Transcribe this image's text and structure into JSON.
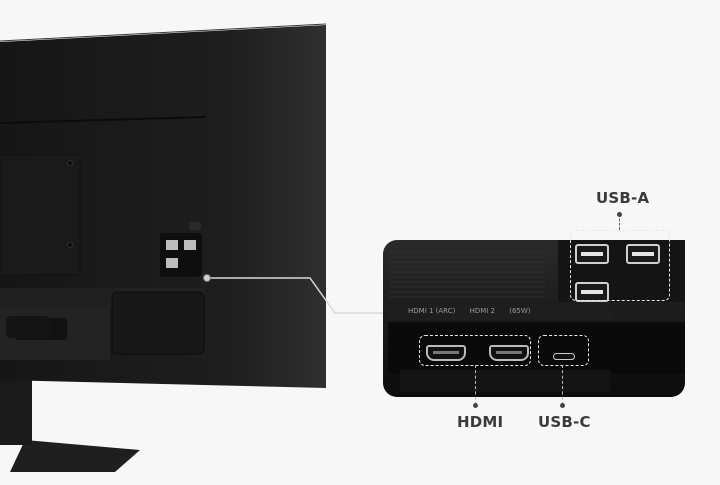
{
  "scene": {
    "description": "Rear view of a monitor with callout showing connection ports",
    "background_color": "#f7f7f7",
    "monitor_color": "#1c1c1c"
  },
  "callout": {
    "port_strip_text": {
      "hdmi1": "HDMI 1 (ARC)",
      "hdmi2": "HDMI 2",
      "usbc": "(65W)"
    },
    "labels": {
      "usb_a": "USB-A",
      "hdmi": "HDMI",
      "usb_c": "USB-C"
    }
  }
}
